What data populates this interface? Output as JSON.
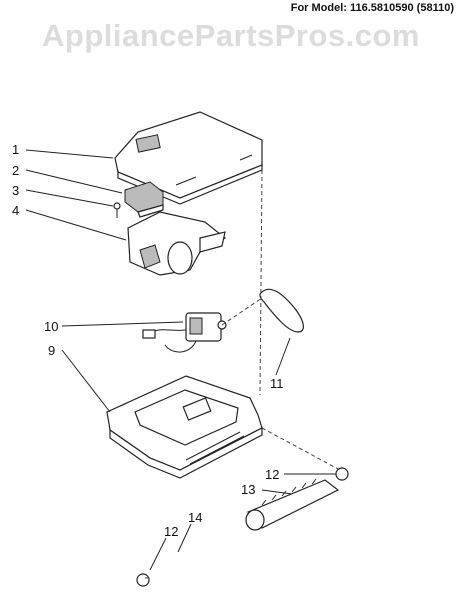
{
  "header": {
    "model_line": "For Model: 116.5810590  (58110)",
    "watermark": "AppliancePartsPros.com"
  },
  "callouts": [
    {
      "id": "1",
      "text": "1"
    },
    {
      "id": "2",
      "text": "2"
    },
    {
      "id": "3",
      "text": "3"
    },
    {
      "id": "4",
      "text": "4"
    },
    {
      "id": "10",
      "text": "10"
    },
    {
      "id": "9",
      "text": "9"
    },
    {
      "id": "11",
      "text": "11"
    },
    {
      "id": "12a",
      "text": "12"
    },
    {
      "id": "13",
      "text": "13"
    },
    {
      "id": "14",
      "text": "14"
    },
    {
      "id": "12b",
      "text": "12"
    }
  ]
}
